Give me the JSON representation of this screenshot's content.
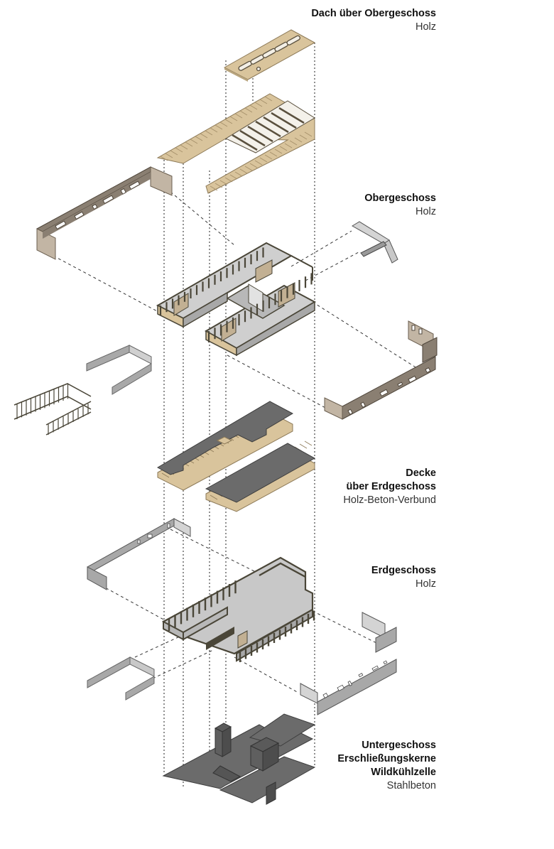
{
  "title": "Exploded axonometric diagram of building layers",
  "colors": {
    "wood": "#d9c49c",
    "wood_dark": "#b9a57e",
    "wood_line": "#8d7a58",
    "frame": "#4a4638",
    "concrete": "#6b6b6b",
    "concrete_dark": "#4d4d4d",
    "wall_brown": "#8a7f72",
    "wall_brown_light": "#c2b5a4",
    "wall_grey": "#a8a8a8",
    "wall_grey_light": "#d4d4d4",
    "floor_grey": "#c8c8c8"
  },
  "layers": [
    {
      "id": "roof",
      "title_lines": [
        "Dach über Obergeschoss"
      ],
      "material": "Holz"
    },
    {
      "id": "upper-floor",
      "title_lines": [
        "Obergeschoss"
      ],
      "material": "Holz"
    },
    {
      "id": "ceiling",
      "title_lines": [
        "Decke",
        "über Erdgeschoss"
      ],
      "material": "Holz-Beton-Verbund"
    },
    {
      "id": "ground-floor",
      "title_lines": [
        "Erdgeschoss"
      ],
      "material": "Holz"
    },
    {
      "id": "basement",
      "title_lines": [
        "Untergeschoss",
        "Erschließungskerne",
        "Wildkühlzelle"
      ],
      "material": "Stahlbeton"
    }
  ]
}
